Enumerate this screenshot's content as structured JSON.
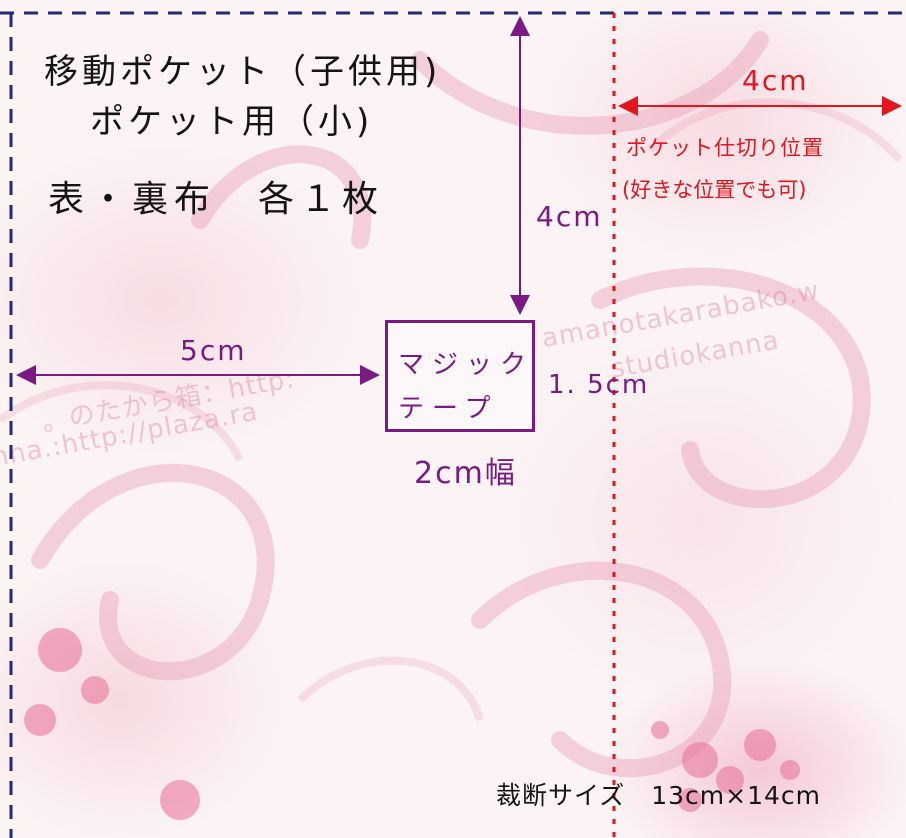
{
  "title": {
    "line1": "移動ポケット（子供用)",
    "line2": "ポケット用（小)",
    "line3": "表・裏布　各１枚"
  },
  "magic_tape": {
    "line1": "マジック",
    "line2": "テープ",
    "width_label": "2cm幅",
    "height_label": "1. 5cm"
  },
  "dimensions": {
    "left_offset": "5cm",
    "top_offset": "4cm",
    "divider_offset": "4cm"
  },
  "divider": {
    "label_line1": "ポケット仕切り位置",
    "label_line2": "(好きな位置でも可)"
  },
  "cut_size": "裁断サイズ　13cm×14cm",
  "watermark": {
    "line1": "amanotakarabako.w",
    "line2": "studiokanna",
    "line3": "。のたから箱：http:",
    "line4": "nna.:http://plaza.ra"
  },
  "colors": {
    "border": "#1f2a7a",
    "divider": "#e3161d",
    "measure": "#7a1a84",
    "text": "#141414"
  }
}
